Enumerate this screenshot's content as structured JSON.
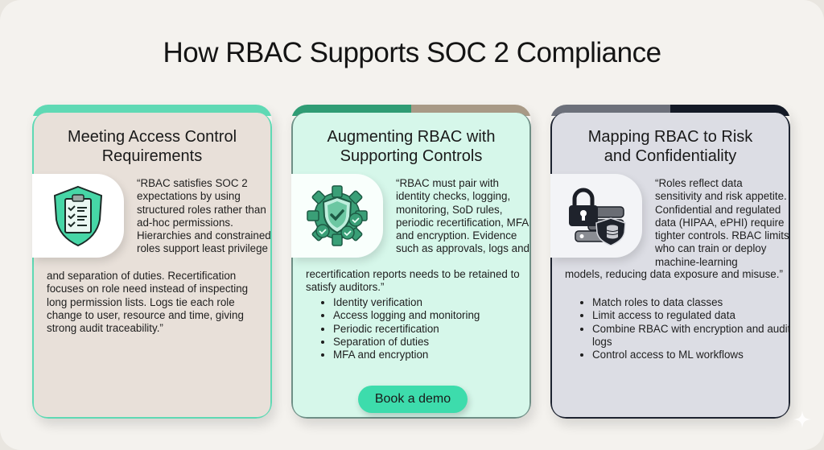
{
  "page": {
    "title": "How RBAC Supports SOC 2 Compliance"
  },
  "colors": {
    "card1_accent": "#5fd9b4",
    "card2_accent_left": "#2f9c74",
    "card2_accent_right": "#a89a86",
    "card3_accent_left": "#6c707a",
    "card3_accent_right": "#141a26",
    "button": "#3ddcac"
  },
  "cards": [
    {
      "title_line1": "Meeting Access Control",
      "title_line2": "Requirements",
      "icon": "shield-clipboard-checklist-icon",
      "quote_top": "“RBAC satisfies SOC 2 expectations by using structured roles rather than ad-hoc permissions. Hierarchies and constrained roles support least privilege",
      "quote_rest": "and separation of duties. Recertification focuses on role need instead of inspecting long permission lists. Logs tie each role change to user, resource and time, giving strong audit traceability.”",
      "bullets": []
    },
    {
      "title_line1": "Augmenting RBAC with",
      "title_line2": "Supporting Controls",
      "icon": "gear-shield-check-icon",
      "quote_top": "“RBAC must pair with identity checks, logging, monitoring, SoD rules, periodic recertification, MFA and encryption. Evidence such as approvals, logs and",
      "quote_rest": "recertification reports needs to be retained to satisfy auditors.”",
      "bullets": [
        "Identity verification",
        "Access logging and monitoring",
        "Periodic recertification",
        "Separation of duties",
        "MFA and encryption"
      ],
      "button_label": "Book a demo"
    },
    {
      "title_line1": "Mapping RBAC to Risk",
      "title_line2": "and Confidentiality",
      "icon": "lock-server-shield-database-icon",
      "quote_top": "“Roles reflect data sensitivity and risk appetite. Confidential and regulated data (HIPAA, ePHI) require tighter controls. RBAC limits who can train or deploy machine-learning",
      "quote_rest": "models, reducing data exposure and misuse.”",
      "bullets": [
        "Match roles to data classes",
        "Limit access to regulated data",
        "Combine RBAC with encryption and audit logs",
        "Control access to ML workflows"
      ]
    }
  ]
}
